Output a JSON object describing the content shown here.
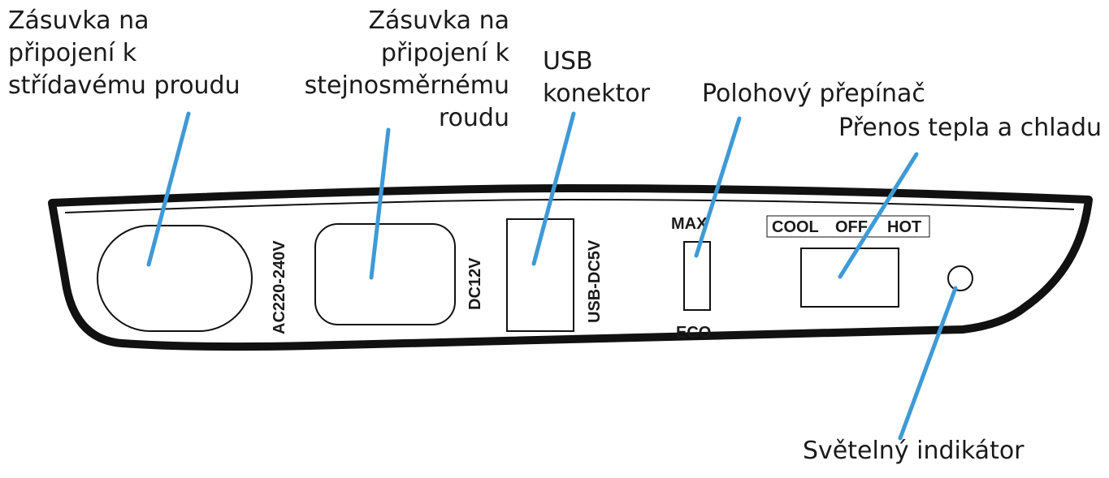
{
  "labels": {
    "ac_socket": [
      "Zásuvka na",
      "připojení k",
      "střídavému proudu"
    ],
    "dc_socket": [
      "Zásuvka na",
      "připojení k",
      "stejnosměrnému",
      "roudu"
    ],
    "usb": [
      "USB",
      "konektor"
    ],
    "switch": "Polohový přepínač",
    "heat_cool": "Přenos tepla a chladu",
    "indicator": "Světelný indikátor"
  },
  "panel": {
    "ac_text": "AC220-240V",
    "dc_text": "DC12V",
    "usb_text": "USB-DC5V",
    "max_text": "MAX",
    "eco_text": "ECO",
    "cool_text": "COOL",
    "off_text": "OFF",
    "hot_text": "HOT"
  },
  "colors": {
    "leader": "#3e9ad6",
    "outline": "#111111",
    "text": "#1a1a1a"
  }
}
